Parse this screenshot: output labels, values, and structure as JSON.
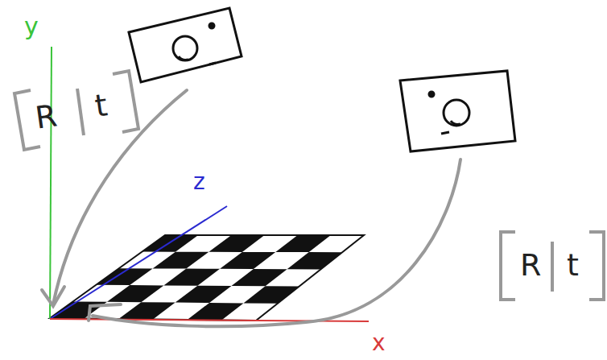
{
  "diagram": {
    "labels": [
      "y",
      "z",
      "x",
      "R",
      "t",
      "R",
      "t"
    ]
  }
}
